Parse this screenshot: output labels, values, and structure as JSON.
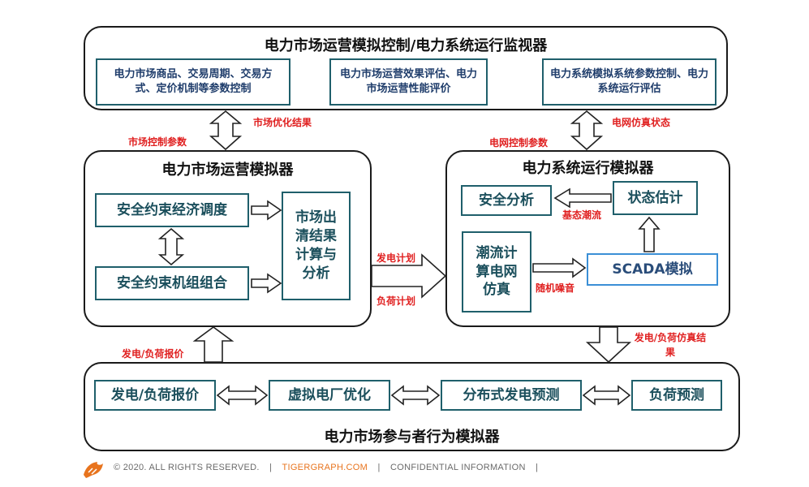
{
  "top_panel": {
    "title": "电力市场运营模拟控制/电力系统运行监视器",
    "box1": "电力市场商品、交易周期、交易方式、定价机制等参数控制",
    "box2": "电力市场运营效果评估、电力市场运营性能评价",
    "box3": "电力系统模拟系统参数控制、电力系统运行评估"
  },
  "market_panel": {
    "title": "电力市场运营模拟器",
    "sced": "安全约束经济调度",
    "scuc": "安全约束机组组合",
    "clearing": "市场出清结果计算与分析"
  },
  "system_panel": {
    "title": "电力系统运行模拟器",
    "security": "安全分析",
    "state": "状态估计",
    "powerflow": "潮流计算电网仿真",
    "scada": "SCADA模拟"
  },
  "participant_panel": {
    "title": "电力市场参与者行为模拟器",
    "bid": "发电/负荷报价",
    "vpp": "虚拟电厂优化",
    "dg": "分布式发电预测",
    "load": "负荷预测"
  },
  "labels": {
    "market_opt": "市场优化结果",
    "market_ctrl": "市场控制参数",
    "grid_sim_state": "电网仿真状态",
    "grid_ctrl": "电网控制参数",
    "gen_plan": "发电计划",
    "load_plan": "负荷计划",
    "base_flow": "基态潮流",
    "noise": "随机噪音",
    "bid_report": "发电/负荷报价",
    "sim_result": "发电/负荷仿真结果"
  },
  "footer": {
    "copyright": "© 2020. ALL RIGHTS RESERVED.",
    "separator": "|",
    "brand": "TIGERGRAPH.COM",
    "confidential": "CONFIDENTIAL INFORMATION"
  },
  "colors": {
    "box_border": "#1f5f6b",
    "label_red": "#e02020",
    "brand_orange": "#e8741e"
  }
}
